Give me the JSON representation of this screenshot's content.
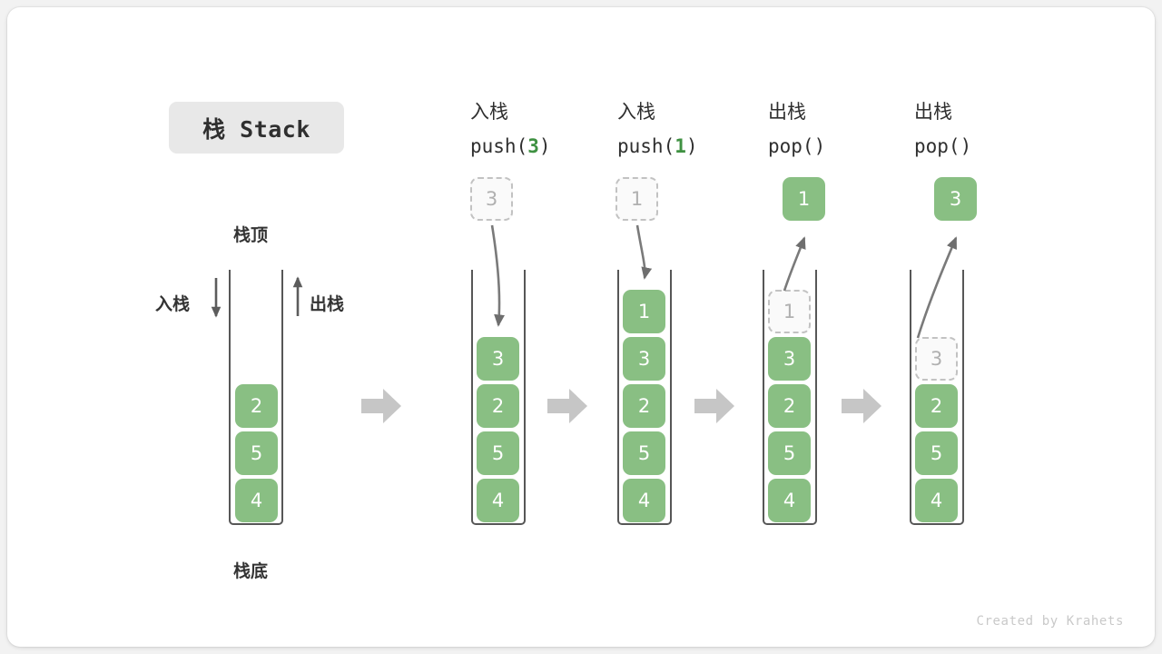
{
  "figure": {
    "title": "栈 Stack",
    "credit": "Created by Krahets",
    "colors": {
      "element_green": "#89bf83",
      "accent_green_text": "#3f9142",
      "ghost_border": "#c2c2c2",
      "ghost_fill": "#fafafa",
      "stack_border": "#575857",
      "chevron_gray": "#c6c6c6",
      "title_chip_bg": "#e8e8e8",
      "canvas_bg": "#ffffff",
      "page_bg": "#f2f2f2"
    }
  },
  "legend": {
    "top_label": "栈顶",
    "bottom_label": "栈底",
    "push_label": "入栈",
    "pop_label": "出栈"
  },
  "panels": [
    {
      "id": "initial",
      "heading_cn": "",
      "heading_code": "",
      "heading_arg": "",
      "stack": [
        "2",
        "5",
        "4"
      ],
      "ghost_in_stack": null,
      "floating": null,
      "floating_style": null,
      "arrow": null
    },
    {
      "id": "push-3",
      "heading_cn": "入栈",
      "heading_code_prefix": "push(",
      "heading_arg": "3",
      "heading_code_suffix": ")",
      "stack": [
        "3",
        "2",
        "5",
        "4"
      ],
      "ghost_in_stack": null,
      "floating": "3",
      "floating_style": "ghost",
      "arrow": "down"
    },
    {
      "id": "push-1",
      "heading_cn": "入栈",
      "heading_code_prefix": "push(",
      "heading_arg": "1",
      "heading_code_suffix": ")",
      "stack": [
        "1",
        "3",
        "2",
        "5",
        "4"
      ],
      "ghost_in_stack": null,
      "floating": "1",
      "floating_style": "ghost",
      "arrow": "down"
    },
    {
      "id": "pop-1",
      "heading_cn": "出栈",
      "heading_code_prefix": "pop(",
      "heading_arg": "",
      "heading_code_suffix": ")",
      "stack": [
        "3",
        "2",
        "5",
        "4"
      ],
      "ghost_in_stack": "1",
      "floating": "1",
      "floating_style": "solid",
      "arrow": "up"
    },
    {
      "id": "pop-3",
      "heading_cn": "出栈",
      "heading_code_prefix": "pop(",
      "heading_arg": "",
      "heading_code_suffix": ")",
      "stack": [
        "2",
        "5",
        "4"
      ],
      "ghost_in_stack": "3",
      "floating": "3",
      "floating_style": "solid",
      "arrow": "up"
    }
  ]
}
